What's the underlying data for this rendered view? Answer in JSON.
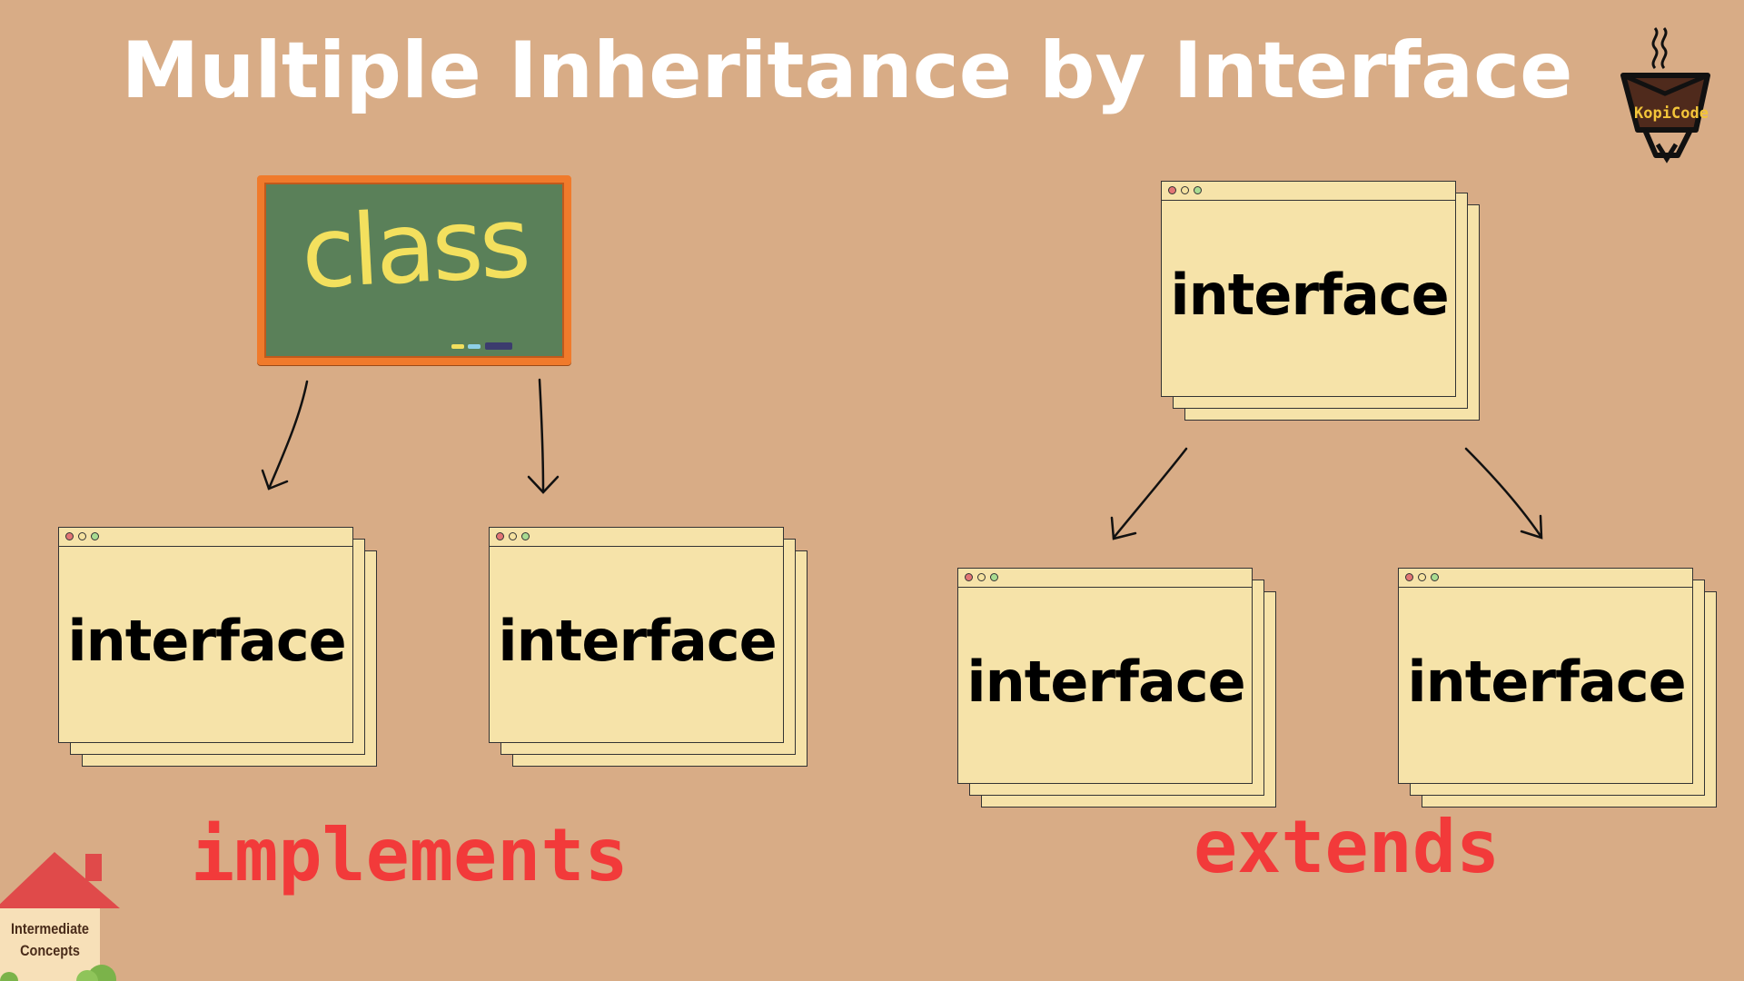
{
  "title": "Multiple Inheritance by Interface",
  "class_label": "class",
  "interface_label": "interface",
  "implements_label": "implements",
  "extends_label": "extends",
  "logo_text": "KopiCode",
  "badge_text": "Intermediate Concepts",
  "colors": {
    "background": "#d8ac86",
    "board": "#5a8059",
    "board_frame": "#f07a2b",
    "class_text": "#f3e05e",
    "window": "#f6e3a9",
    "keyword": "#f23a3a"
  }
}
